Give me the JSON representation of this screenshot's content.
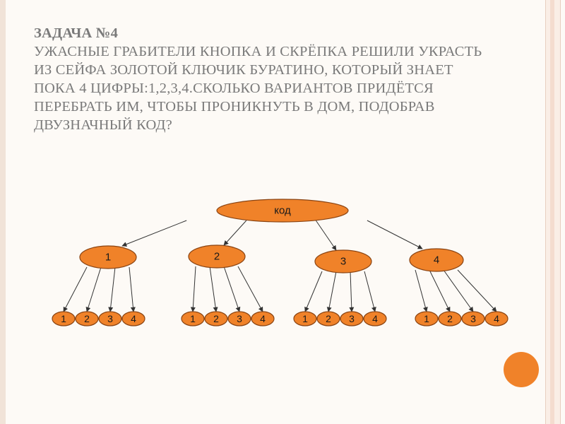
{
  "slide": {
    "heading": "ЗАДАЧА №4",
    "body_lines": [
      "УЖАСНЫЕ ГРАБИТЕЛИ КНОПКА И СКРЁПКА РЕШИЛИ УКРАСТЬ",
      "ИЗ СЕЙФА ЗОЛОТОЙ КЛЮЧИК БУРАТИНО, КОТОРЫЙ ЗНАЕТ",
      "ПОКА 4 ЦИФРЫ:1,2,3,4.СКОЛЬКО ВАРИАНТОВ ПРИДЁТСЯ",
      "ПЕРЕБРАТЬ ИМ, ЧТОБЫ ПРОНИКНУТЬ В ДОМ, ПОДОБРАВ",
      "ДВУЗНАЧНЫЙ КОД?"
    ]
  },
  "tree": {
    "root": "код",
    "branches": [
      {
        "label": "1",
        "children": [
          "1",
          "2",
          "3",
          "4"
        ]
      },
      {
        "label": "2",
        "children": [
          "1",
          "2",
          "3",
          "4"
        ]
      },
      {
        "label": "3",
        "children": [
          "1",
          "2",
          "3",
          "4"
        ]
      },
      {
        "label": "4",
        "children": [
          "1",
          "2",
          "3",
          "4"
        ]
      }
    ]
  },
  "colors": {
    "node_fill": "#f08229",
    "title_text": "#7a7a7a"
  }
}
